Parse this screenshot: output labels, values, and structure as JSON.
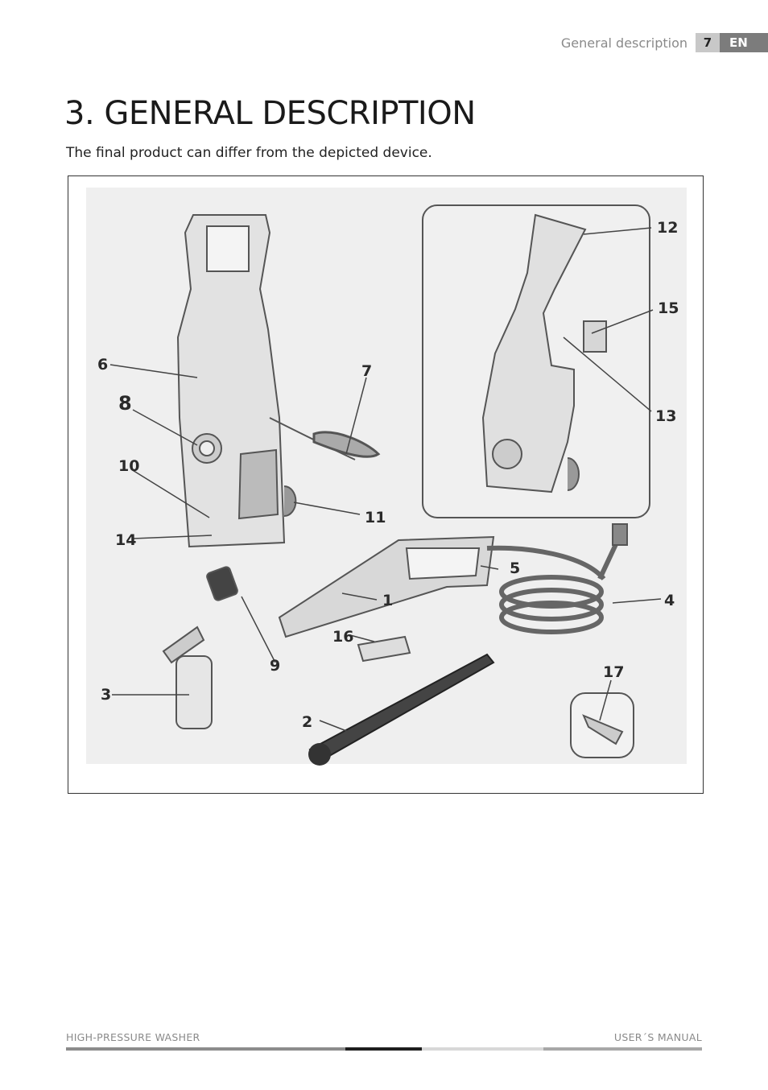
{
  "header": {
    "section": "General description",
    "page_number": "7",
    "language": "EN"
  },
  "title": "3. GENERAL DESCRIPTION",
  "subtitle": "The final product can differ from the depicted device.",
  "figure": {
    "callouts": [
      "1",
      "2",
      "3",
      "4",
      "5",
      "6",
      "7",
      "8",
      "9",
      "10",
      "11",
      "12",
      "13",
      "14",
      "15",
      "16",
      "17"
    ]
  },
  "footer": {
    "left": "HIGH-PRESSURE WASHER",
    "right": "USER´S MANUAL"
  }
}
